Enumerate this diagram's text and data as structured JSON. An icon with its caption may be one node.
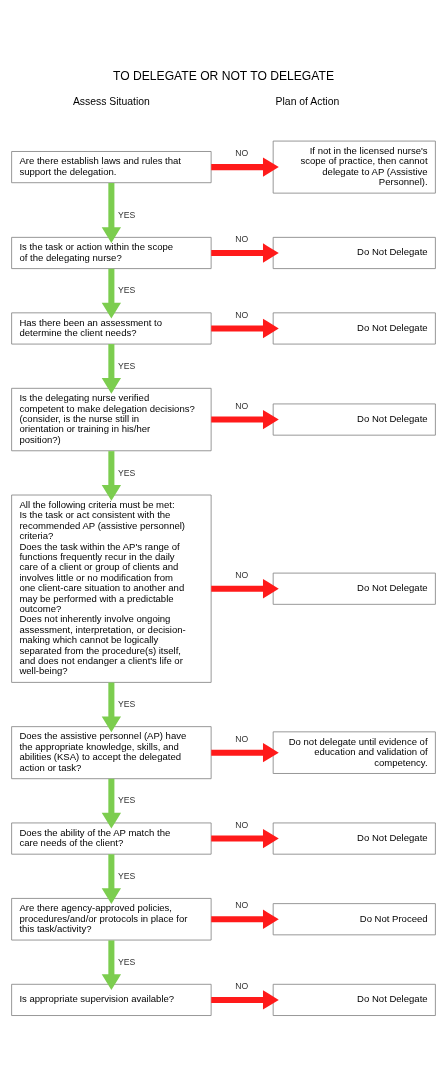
{
  "diagram": {
    "title": "TO DELEGATE OR NOT TO DELEGATE",
    "nodes": [
      {
        "text": [
          "Are there establish laws and rules that support the delegation."
        ]
      },
      {
        "text": [
          "If not in the licensed nurse's scope of practice, then cannot delegate to AP (Assistive Personnel)."
        ]
      },
      {
        "text": [
          "Is the task or action within the scope of the delegating nurse?"
        ]
      },
      {
        "text": [
          "Do Not Delegate"
        ]
      },
      {
        "text": [
          "Has there been an assessment to determine the client needs?"
        ]
      },
      {
        "text": [
          "Do Not Delegate"
        ]
      },
      {
        "text": [
          "Is the delegating nurse verified competent to make delegation decisions? (consider, is the nurse still in orientation or training in his/her position?)"
        ]
      },
      {
        "text": [
          "Do Not Delegate"
        ]
      },
      {
        "text": [
          "All the following criteria must be met:",
          "Is the task or act consistent with the recommended AP (assistive personnel) criteria?",
          "Does the task within the AP's range of functions frequently recur in the daily care of a client or group of clients and involves little or no modification from one client-care situation to another and may be performed with a predictable outcome?",
          "Does not inherently involve ongoing assessment, interpretation, or decision-making which cannot be logically separated from the procedure(s) itself, and does not endanger a client's life or well-being?"
        ]
      },
      {
        "text": [
          "Do Not Delegate"
        ]
      },
      {
        "text": [
          "Does the assistive personnel (AP) have the appropriate knowledge, skills, and abilities (KSA) to accept the delegated action or task?"
        ]
      },
      {
        "text": [
          "Do not delegate until evidence of education and validation of competency."
        ]
      },
      {
        "text": [
          "Does the ability of the AP match the care needs of the client?"
        ]
      },
      {
        "text": [
          "Do Not Delegate"
        ]
      },
      {
        "text": [
          "Are there agency-approved policies, procedures/and/or protocols in place for this task/activity?"
        ]
      },
      {
        "text": [
          "Do Not Proceed"
        ]
      },
      {
        "text": [
          "Is appropriate supervision available?"
        ]
      },
      {
        "text": [
          "Do Not Delegate"
        ]
      }
    ],
    "edges": [
      {
        "from": 0,
        "to": 1,
        "arrow": "to",
        "label": "NO",
        "color": "#ff1a1a"
      },
      {
        "from": 0,
        "to": 2,
        "arrow": "to",
        "label": "YES",
        "color": "#7ccd4f"
      },
      {
        "from": 2,
        "to": 3,
        "arrow": "to",
        "label": "NO",
        "color": "#ff1a1a"
      },
      {
        "from": 2,
        "to": 4,
        "arrow": "to",
        "label": "YES",
        "color": "#7ccd4f"
      },
      {
        "from": 4,
        "to": 5,
        "arrow": "to",
        "label": "NO",
        "color": "#ff1a1a"
      },
      {
        "from": 4,
        "to": 6,
        "arrow": "to",
        "label": "YES",
        "color": "#7ccd4f"
      },
      {
        "from": 6,
        "to": 7,
        "arrow": "to",
        "label": "NO",
        "color": "#ff1a1a"
      },
      {
        "from": 6,
        "to": 8,
        "arrow": "to",
        "label": "YES",
        "color": "#7ccd4f"
      },
      {
        "from": 8,
        "to": 9,
        "arrow": "to",
        "label": "NO",
        "color": "#ff1a1a"
      },
      {
        "from": 8,
        "to": 10,
        "arrow": "to",
        "label": "YES",
        "color": "#7ccd4f"
      },
      {
        "from": 10,
        "to": 11,
        "arrow": "to",
        "label": "NO",
        "color": "#ff1a1a"
      },
      {
        "from": 10,
        "to": 12,
        "arrow": "to",
        "label": "YES",
        "color": "#7ccd4f"
      },
      {
        "from": 12,
        "to": 13,
        "arrow": "to",
        "label": "NO",
        "color": "#ff1a1a"
      },
      {
        "from": 12,
        "to": 14,
        "arrow": "to",
        "label": "YES",
        "color": "#7ccd4f"
      },
      {
        "from": 14,
        "to": 15,
        "arrow": "to",
        "label": "NO",
        "color": "#ff1a1a"
      },
      {
        "from": 14,
        "to": 16,
        "arrow": "to",
        "label": "YES",
        "color": "#7ccd4f"
      },
      {
        "from": 16,
        "to": 17,
        "arrow": "to",
        "label": "NO",
        "color": "#ff1a1a"
      }
    ],
    "labels": [
      "Assess Situation",
      "Plan of Action"
    ]
  }
}
